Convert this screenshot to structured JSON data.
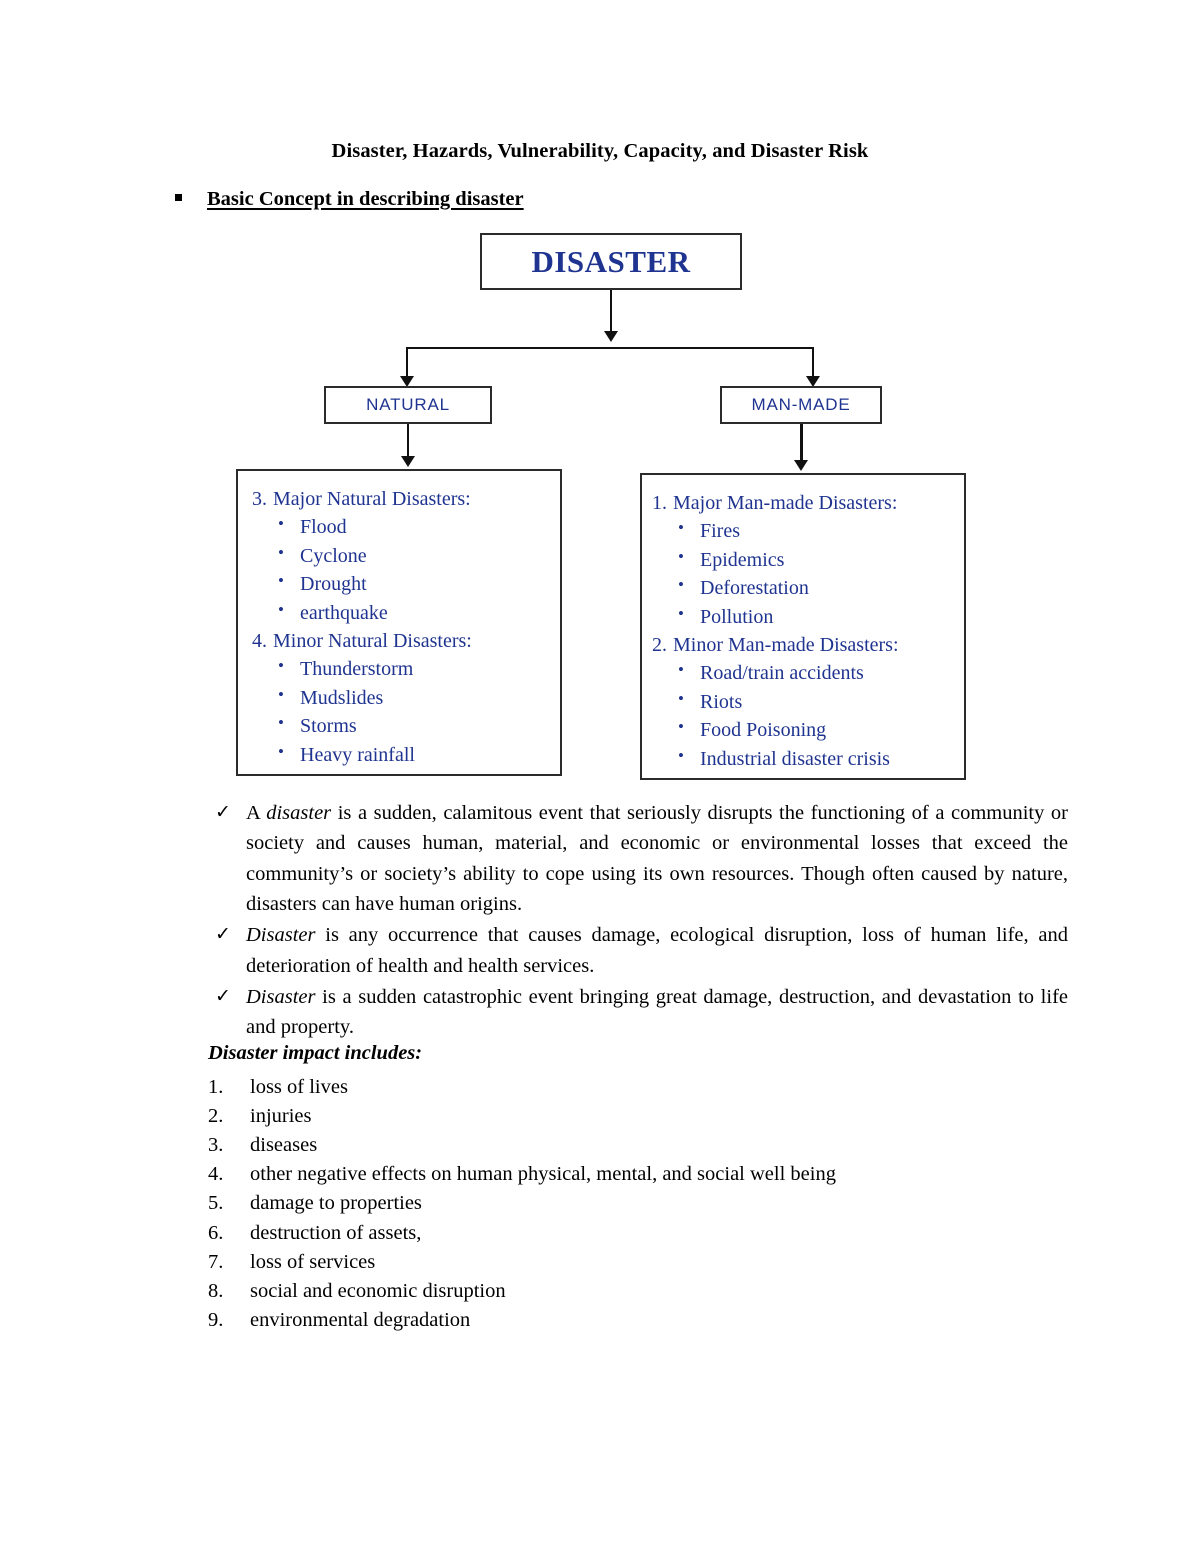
{
  "document": {
    "title": "Disaster, Hazards, Vulnerability, Capacity, and Disaster Risk",
    "heading": "Basic Concept in describing disaster"
  },
  "colors": {
    "diagram_text": "#1f3490",
    "border": "#2b2b2b",
    "body_text": "#000000"
  },
  "diagram": {
    "root": {
      "label": "DISASTER"
    },
    "branches": [
      {
        "label": "NATURAL"
      },
      {
        "label": "MAN-MADE"
      }
    ],
    "natural_box": {
      "groups": [
        {
          "number": "3.",
          "heading": "Major Natural Disasters:",
          "items": [
            "Flood",
            "Cyclone",
            "Drought",
            "earthquake"
          ]
        },
        {
          "number": "4.",
          "heading": "Minor Natural Disasters:",
          "items": [
            "Thunderstorm",
            "Mudslides",
            "Storms",
            "Heavy rainfall"
          ]
        }
      ]
    },
    "manmade_box": {
      "groups": [
        {
          "number": "1.",
          "heading": "Major Man-made Disasters:",
          "items": [
            "Fires",
            "Epidemics",
            "Deforestation",
            "Pollution"
          ]
        },
        {
          "number": "2.",
          "heading": "Minor Man-made Disasters:",
          "items": [
            "Road/train accidents",
            "Riots",
            "Food Poisoning",
            "Industrial disaster crisis"
          ]
        }
      ]
    }
  },
  "definitions": {
    "check_glyph": "✓",
    "items": [
      {
        "lead_plain": "A ",
        "emphasis": "disaster",
        "rest": " is a sudden, calamitous event that seriously disrupts the functioning of a community or society and causes human, material, and economic or environmental losses that exceed the community’s or society’s ability to cope using its own resources. Though often caused by nature, disasters can have human origins."
      },
      {
        "lead_plain": "",
        "emphasis": "Disaster",
        "rest": " is any occurrence that causes damage, ecological disruption, loss of human life, and deterioration of health and health services."
      },
      {
        "lead_plain": "",
        "emphasis": "Disaster",
        "rest": " is a sudden catastrophic event bringing great damage, destruction, and devastation to life and property."
      }
    ]
  },
  "impact": {
    "title": "Disaster impact includes:",
    "items": [
      {
        "number": "1.",
        "text": "loss of lives"
      },
      {
        "number": "2.",
        "text": "injuries"
      },
      {
        "number": "3.",
        "text": "diseases"
      },
      {
        "number": "4.",
        "text": "other negative effects on human physical, mental, and social well being"
      },
      {
        "number": "5.",
        "text": "damage to properties"
      },
      {
        "number": "6.",
        "text": "destruction of assets,"
      },
      {
        "number": "7.",
        "text": "loss of services"
      },
      {
        "number": "8.",
        "text": "social and economic disruption"
      },
      {
        "number": "9.",
        "text": "environmental degradation"
      }
    ]
  }
}
